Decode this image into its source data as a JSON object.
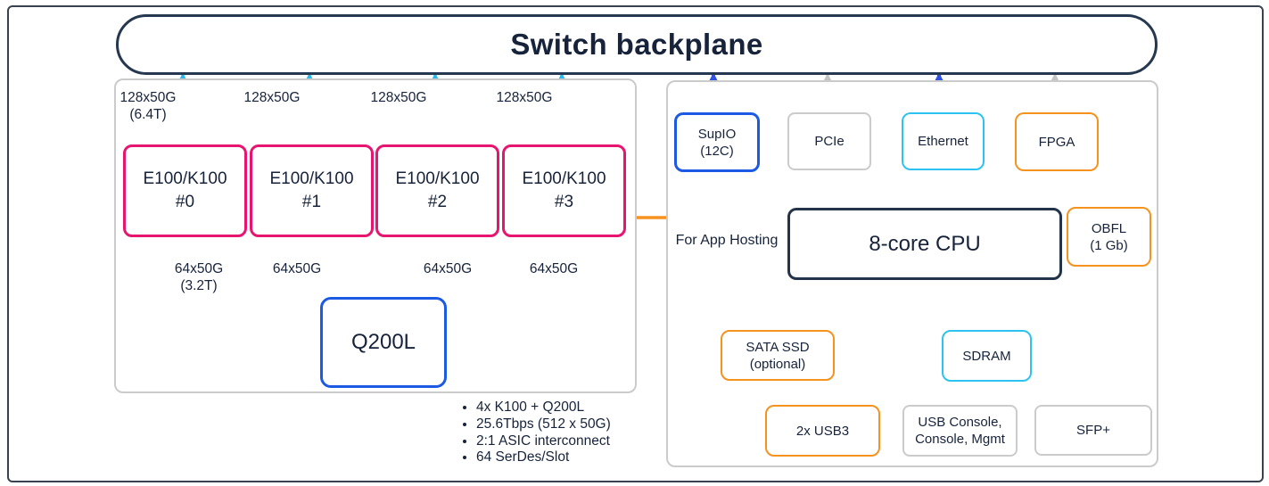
{
  "header": {
    "title": "Switch backplane"
  },
  "left_panel": {
    "uplinks": [
      {
        "label": "128x50G",
        "sub": "(6.4T)"
      },
      {
        "label": "128x50G",
        "sub": ""
      },
      {
        "label": "128x50G",
        "sub": ""
      },
      {
        "label": "128x50G",
        "sub": ""
      }
    ],
    "asics": [
      {
        "line1": "E100/K100",
        "line2": "#0"
      },
      {
        "line1": "E100/K100",
        "line2": "#1"
      },
      {
        "line1": "E100/K100",
        "line2": "#2"
      },
      {
        "line1": "E100/K100",
        "line2": "#3"
      }
    ],
    "downlinks": [
      {
        "label": "64x50G",
        "sub": "(3.2T)"
      },
      {
        "label": "64x50G",
        "sub": ""
      },
      {
        "label": "64x50G",
        "sub": ""
      },
      {
        "label": "64x50G",
        "sub": ""
      }
    ],
    "fabric": {
      "label": "Q200L"
    }
  },
  "app_hosting": {
    "label": "For App Hosting"
  },
  "right_panel": {
    "supio": {
      "line1": "SupIO",
      "line2": "(12C)"
    },
    "pcie": {
      "label": "PCIe"
    },
    "ethernet": {
      "label": "Ethernet"
    },
    "fpga": {
      "label": "FPGA"
    },
    "cpu": {
      "label": "8-core CPU"
    },
    "obfl": {
      "line1": "OBFL",
      "line2": "(1 Gb)"
    },
    "sata_ssd": {
      "line1": "SATA SSD",
      "line2": "(optional)"
    },
    "sdram": {
      "label": "SDRAM"
    },
    "usb3": {
      "label": "2x USB3"
    },
    "usb_console": {
      "line1": "USB Console,",
      "line2": "Console, Mgmt"
    },
    "sfp": {
      "label": "SFP+"
    }
  },
  "notes": {
    "items": [
      "4x K100 + Q200L",
      "25.6Tbps (512 x 50G)",
      "2:1 ASIC interconnect",
      "64 SerDes/Slot"
    ]
  },
  "colors": {
    "ink": "#17233a",
    "navy": "#26384f",
    "pink": "#e7156f",
    "royal": "#1d5ae4",
    "cyan": "#29b7ee",
    "cyan-box": "#2cc3f2",
    "orange": "#f6921e",
    "gray-arrow": "#c3c3c3",
    "gray-box": "#cbcbcb",
    "blue-arrow": "#3253e2",
    "paper": "#ffffff"
  }
}
